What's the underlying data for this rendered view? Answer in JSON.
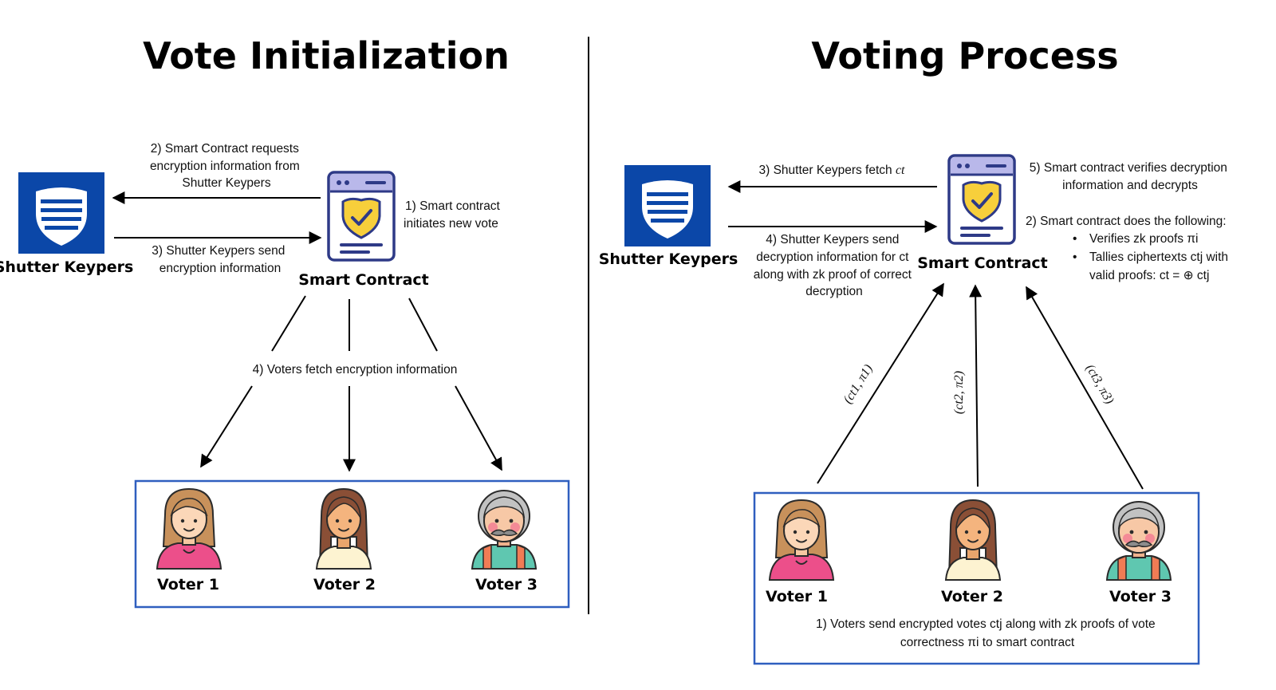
{
  "titles": {
    "left": "Vote Initialization",
    "right": "Voting Process"
  },
  "left": {
    "keypers_label": "Shutter Keypers",
    "contract_label": "Smart Contract",
    "step1": [
      "1) Smart contract",
      "initiates new vote"
    ],
    "step2": [
      "2) Smart Contract requests",
      "encryption information from",
      "Shutter Keypers"
    ],
    "step3": [
      "3) Shutter Keypers send",
      "encryption information"
    ],
    "step4": "4) Voters fetch encryption information",
    "voters": [
      "Voter 1",
      "Voter 2",
      "Voter 3"
    ]
  },
  "right": {
    "keypers_label": "Shutter Keypers",
    "contract_label": "Smart Contract",
    "step3_prefix": "3) Shutter Keypers fetch ",
    "step3_var": "ct",
    "step4": [
      "4) Shutter Keypers send",
      "decryption information for ct",
      "along with zk proof of correct",
      "decryption"
    ],
    "step5": [
      "5) Smart contract verifies decryption",
      "information and decrypts"
    ],
    "step2_title": "2) Smart contract does the following:",
    "step2_b1": "Verifies zk proofs πi",
    "step2_b2": [
      "Tallies ciphertexts ctj with",
      "valid proofs: ct = ⊕ ctj"
    ],
    "arrow_labels": [
      "(ct1, π1)",
      "(ct2, π2)",
      "(ct3, π3)"
    ],
    "voters": [
      "Voter 1",
      "Voter 2",
      "Voter 3"
    ],
    "step1": [
      "1) Voters send encrypted votes ctj along with zk proofs of vote",
      "correctness πi to smart contract"
    ]
  },
  "colors": {
    "keypers_blue": "#0b47a8",
    "box_blue": "#2f5fbf",
    "contract_purple": "#2e3a87",
    "shield_yellow": "#f7cf3b"
  },
  "icons": [
    "shield-icon",
    "smart-contract-icon",
    "voter-woman-icon",
    "voter-woman-long-hair-icon",
    "voter-old-man-icon"
  ]
}
